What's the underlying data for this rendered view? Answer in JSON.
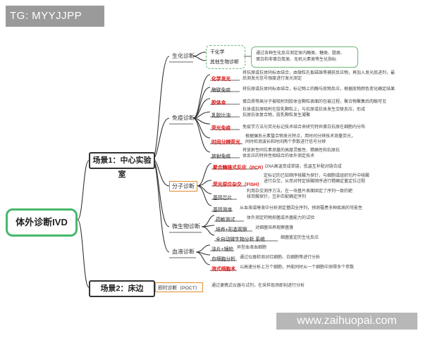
{
  "tag": "TG: MYYJJPP",
  "watermark": "www.zaihuopai.com",
  "root": "体外诊断IVD",
  "scene1": "场景1：中心实验室",
  "scene2": "场景2：床边",
  "bio": {
    "title": "生化诊断",
    "items": [
      "干化学",
      "其他生物诊断"
    ],
    "desc": [
      "通过各种生化反应测定体内酶类、糖类、脂类、",
      "蛋白和非蛋白氮类、无机元素类等生化指标"
    ]
  },
  "immune": {
    "title": "免疫诊断",
    "rows": [
      {
        "name": "化学发光",
        "red": true,
        "lines": [
          "将抗原或抗体同标本结合，由微粒孔板磁珠等捕获反应物，再加入发光底进剂，最",
          "后测发光信号强度进行发光测定"
        ]
      },
      {
        "name": "酶联免疫",
        "red": false,
        "lines": [
          "将抗原或抗体同标本结合，标记物上的酶与底物反应，根据底物颜色变化确定结果"
        ]
      },
      {
        "name": "胶体金",
        "red": true,
        "lines": [
          "蛋白质等高分子被吸附到胶体金颗粒表面的包被过程，聚合物聚集后肉眼可见"
        ]
      },
      {
        "name": "乳胶比浊",
        "red": false,
        "lines": [
          "抗体或抗原吸附在胶乳颗粒上，与抗原或抗体发生交联反应，形成",
          "抗原抗体复合物，胶乳颗粒发生凝聚"
        ]
      },
      {
        "name": "荧光免疫",
        "red": true,
        "lines": [
          "免疫学方法与荧光标记技术结合来研究特异蛋白抗原在细胞内分布"
        ]
      },
      {
        "name": "时间分辨荧光",
        "red": true,
        "lines": [
          "根据镧系元素螯合物发光特点，用时间分辨技术测量荧光，",
          "同时检测波长和时间两个参数进行信号分辨"
        ]
      },
      {
        "name": "放射免疫",
        "red": false,
        "lines": [
          "将放射性同位素测量的高度灵敏性、精确性和抗原抗",
          "体反应的特异性相结合的体外测定技术"
        ]
      }
    ]
  },
  "molecular": {
    "title": "分子诊断",
    "rows": [
      {
        "name": "聚合酶链式反应（PCR）",
        "red": true,
        "lines": [
          "DNA高温变成单链，低温互补配对链合成"
        ]
      },
      {
        "name": "荧光原位杂交（FISH）",
        "red": true,
        "lines": [
          "定标记的已知顺序核酸为探针，与细胞或组织切片中核酸",
          "进行杂交，从而对特定核酸顺序进行精确定量定位过程"
        ]
      },
      {
        "name": "基因芯片",
        "red": false,
        "lines": [
          "利用杂交测序方法，在一块基片表面固定了序列一致的靶",
          "核苷酸探针，互补匹配确定序列"
        ]
      },
      {
        "name": "基因测序",
        "red": false,
        "lines": [
          "从血液或唾液中分析测定基因全序列，预测罹患多种疾病的可能性"
        ]
      }
    ]
  },
  "micro": {
    "title": "微生物诊断",
    "rows": [
      {
        "name": "药敏测试",
        "lines": [
          "体外测定药物抑菌或杀菌能力的试验"
        ]
      },
      {
        "name": "培养+形态观察",
        "lines": [
          "对细菌培养观察菌落"
        ]
      },
      {
        "name": "全自动微生物分析 系统",
        "lines": [
          "细菌鉴定的生化反应"
        ]
      }
    ]
  },
  "blood": {
    "title": "血液诊断",
    "rows": [
      {
        "name": "涂片+镜检",
        "red": false,
        "lines": [
          "异型血液血细胞"
        ]
      },
      {
        "name": "血细胞分析",
        "red": false,
        "lines": [
          "通过仪器检测对红细胞、白细胞等进行分析"
        ]
      },
      {
        "name": "流式细胞术",
        "red": true,
        "lines": [
          "以高速分析上万个细胞，并能同时从一个细胞中测得多个参数"
        ]
      }
    ]
  },
  "poct": {
    "label": "即时诊断（POCT）",
    "desc": "通过便携式仪器与试剂，在采样现场即刻进行分析"
  }
}
